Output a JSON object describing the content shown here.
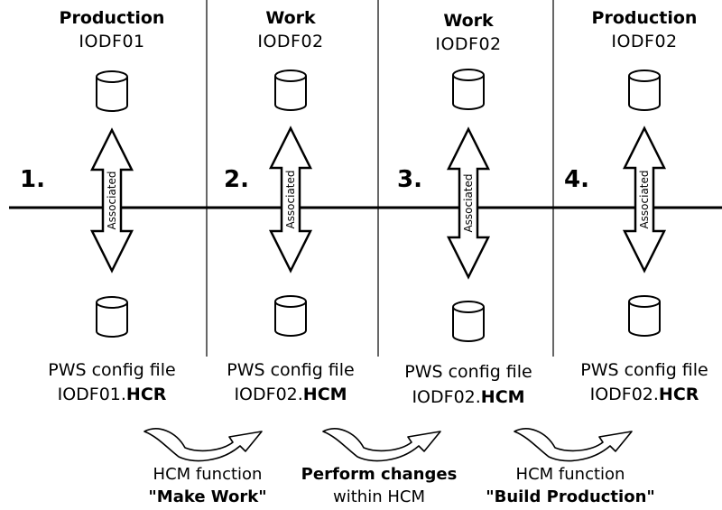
{
  "columns": [
    {
      "step": "1.",
      "state": "Production",
      "iodf": "IODF01",
      "pws": "PWS config file",
      "file_base": "IODF01.",
      "file_ext": "HCR",
      "assoc": "Associated"
    },
    {
      "step": "2.",
      "state": "Work",
      "iodf": "IODF02",
      "pws": "PWS config file",
      "file_base": "IODF02.",
      "file_ext": "HCM",
      "assoc": "Associated"
    },
    {
      "step": "3.",
      "state": "Work",
      "iodf": "IODF02",
      "pws": "PWS config file",
      "file_base": "IODF02.",
      "file_ext": "HCM",
      "assoc": "Associated"
    },
    {
      "step": "4.",
      "state": "Production",
      "iodf": "IODF02",
      "pws": "PWS config file",
      "file_base": "IODF02.",
      "file_ext": "HCR",
      "assoc": "Associated"
    }
  ],
  "transitions": [
    {
      "line1": "HCM function",
      "line2": "\"Make Work\""
    },
    {
      "line1": "Perform changes",
      "line2": "within HCM"
    },
    {
      "line1": "HCM function",
      "line2": "\"Build Production\""
    }
  ],
  "colors": {
    "line": "#000000",
    "fill": "#ffffff"
  },
  "icons": [
    "database-icon",
    "double-arrow-icon",
    "curved-arrow-icon"
  ]
}
